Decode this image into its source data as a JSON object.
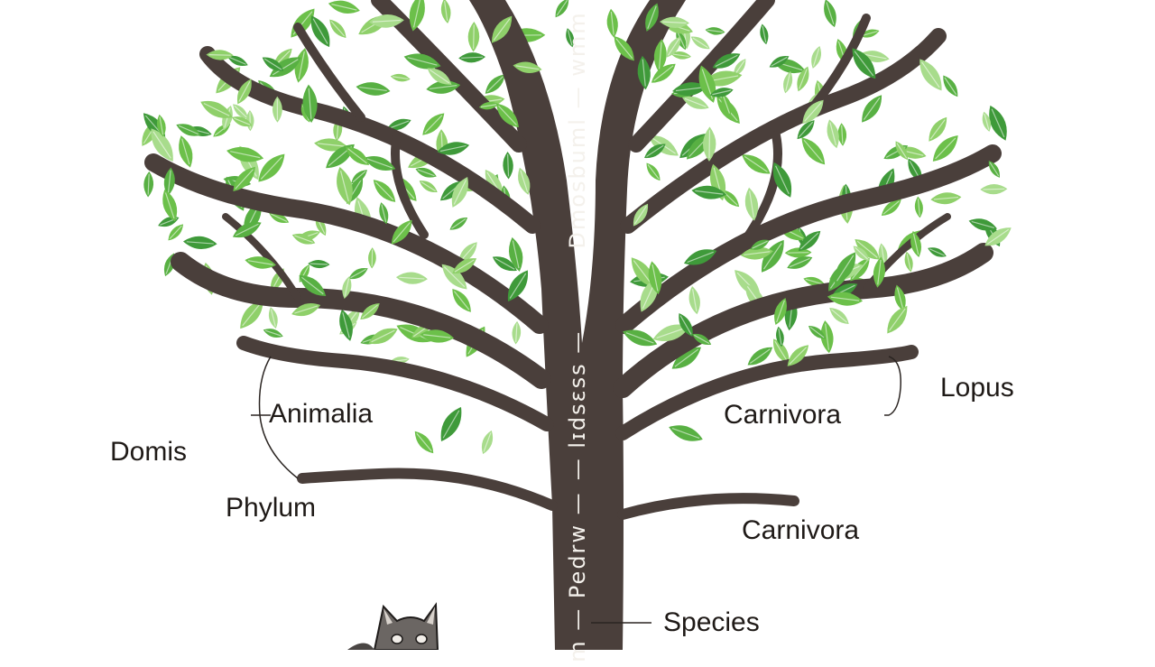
{
  "labels": {
    "animalia": "Animalia",
    "domis": "Domis",
    "phylum": "Phylum",
    "carnivora_upper": "Carnivora",
    "carnivora_lower": "Carnivora",
    "lopus": "Lopus",
    "species": "Species"
  },
  "trunk_text": {
    "top": "Dmosbuml — wmm",
    "middle": "— lɪdsɛss —",
    "bottom": "m — Pedrw —"
  },
  "icons": {
    "wolf": "wolf-illustration-icon"
  },
  "colors": {
    "trunk": "#4a3f3b",
    "leaf_dark": "#3f9a3a",
    "leaf_mid": "#6cc04a",
    "leaf_light": "#a8dc8c",
    "text": "#1f1a17"
  }
}
